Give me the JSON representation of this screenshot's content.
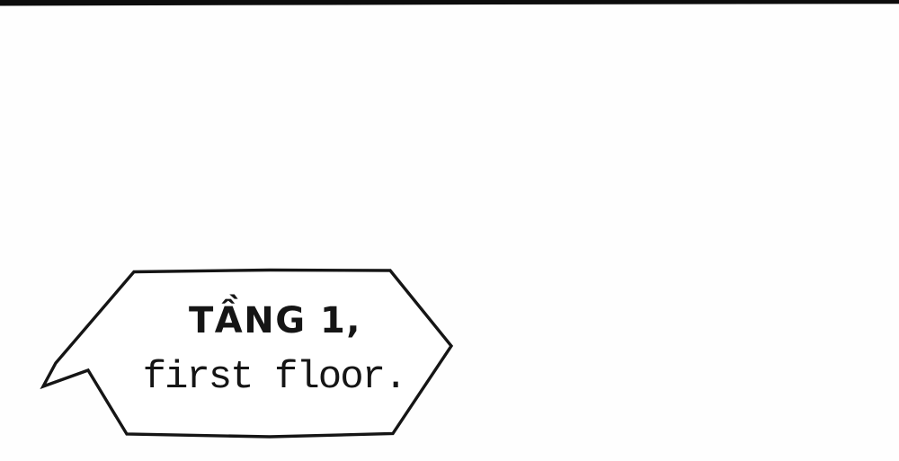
{
  "panel": {
    "type": "comic-strip-panel",
    "background_color": "#fefefe",
    "ink_color": "#151515",
    "top_border": {
      "description": "black divider bar along top edge of panel",
      "color": "#0d0d0d"
    }
  },
  "speech_bubble": {
    "shape": "angular-hexagon-with-sharp-tail-lower-left",
    "fill_color": "#ffffff",
    "stroke_color": "#151515",
    "line1": "TẦNG 1,",
    "line2": "first floor."
  }
}
